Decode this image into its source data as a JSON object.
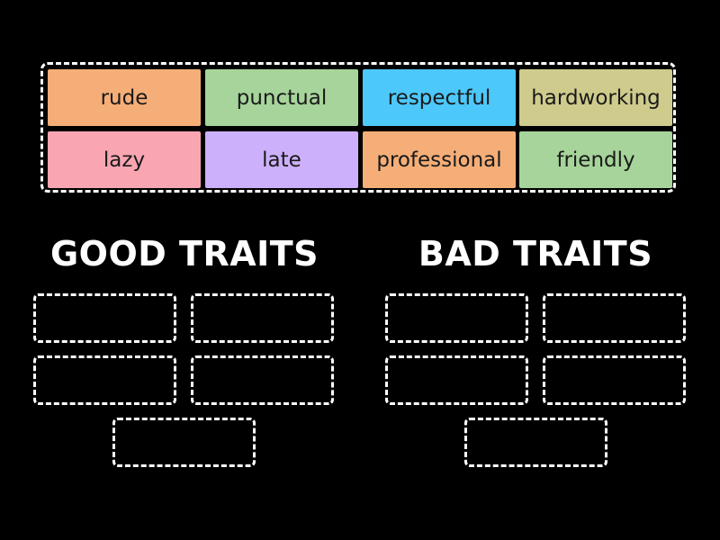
{
  "cards": [
    {
      "label": "rude",
      "color": "#f5ae78"
    },
    {
      "label": "punctual",
      "color": "#a6d49a"
    },
    {
      "label": "respectful",
      "color": "#4dc8fa"
    },
    {
      "label": "hardworking",
      "color": "#cfcb8c"
    },
    {
      "label": "lazy",
      "color": "#f9a6b2"
    },
    {
      "label": "late",
      "color": "#cdb0fb"
    },
    {
      "label": "professional",
      "color": "#f5ae78"
    },
    {
      "label": "friendly",
      "color": "#a6d49a"
    }
  ],
  "groups": {
    "good": {
      "title": "GOOD TRAITS",
      "slot_count": 5
    },
    "bad": {
      "title": "BAD TRAITS",
      "slot_count": 5
    }
  }
}
